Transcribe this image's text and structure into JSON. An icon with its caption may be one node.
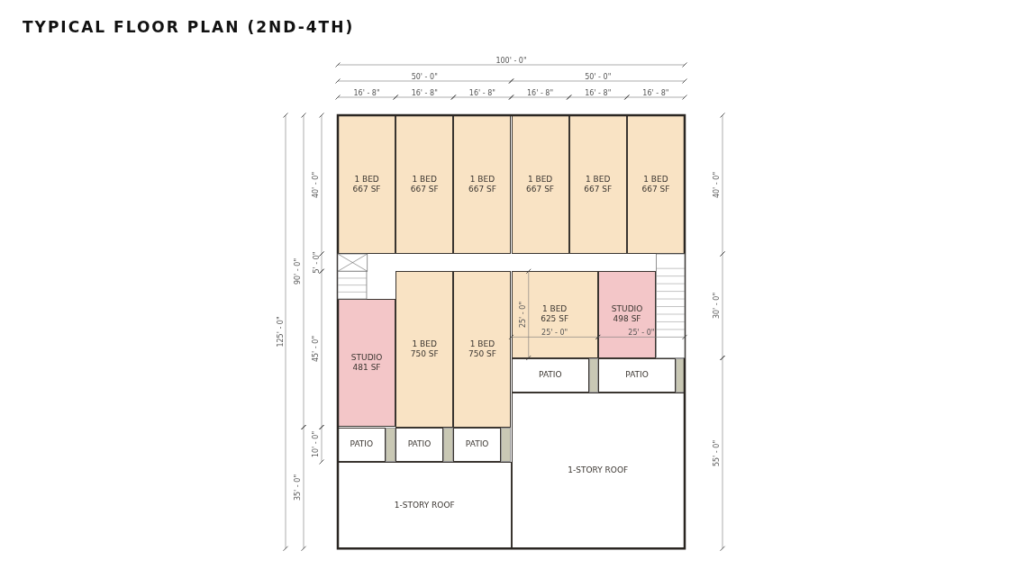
{
  "diagram": {
    "title": "TYPICAL FLOOR PLAN (2ND-4TH)",
    "nodes": [
      {
        "text": [
          "1 BED",
          "667 SF"
        ]
      },
      {
        "text": [
          "1 BED",
          "667 SF"
        ]
      },
      {
        "text": [
          "1 BED",
          "667 SF"
        ]
      },
      {
        "text": [
          "1 BED",
          "667 SF"
        ]
      },
      {
        "text": [
          "1 BED",
          "667 SF"
        ]
      },
      {
        "text": [
          "1 BED",
          "667 SF"
        ]
      },
      {
        "text": [
          "STUDIO",
          "481 SF"
        ]
      },
      {
        "text": [
          "1 BED",
          "750 SF"
        ]
      },
      {
        "text": [
          "1 BED",
          "750 SF"
        ]
      },
      {
        "text": [
          "1 BED",
          "625 SF"
        ]
      },
      {
        "text": [
          "STUDIO",
          "498 SF"
        ]
      },
      {
        "text": [
          "PATIO"
        ]
      },
      {
        "text": [
          "PATIO"
        ]
      },
      {
        "text": [
          "PATIO"
        ]
      },
      {
        "text": [
          "PATIO"
        ]
      },
      {
        "text": [
          "PATIO"
        ]
      },
      {
        "text": [
          "1-STORY ROOF"
        ]
      },
      {
        "text": [
          "1-STORY ROOF"
        ]
      }
    ],
    "labels": [
      "100' - 0\"",
      "50' - 0\"",
      "50' - 0\"",
      "16' - 8\"",
      "16' - 8\"",
      "16' - 8\"",
      "16' - 8\"",
      "16' - 8\"",
      "16' - 8\"",
      "125' - 0\"",
      "90' - 0\"",
      "35' - 0\"",
      "40' - 0\"",
      "5' - 0\"",
      "45' - 0\"",
      "10' - 0\"",
      "25' - 0\"",
      "25' - 0\"",
      "25' - 0\"",
      "40' - 0\"",
      "30' - 0\"",
      "55' - 0\""
    ]
  }
}
